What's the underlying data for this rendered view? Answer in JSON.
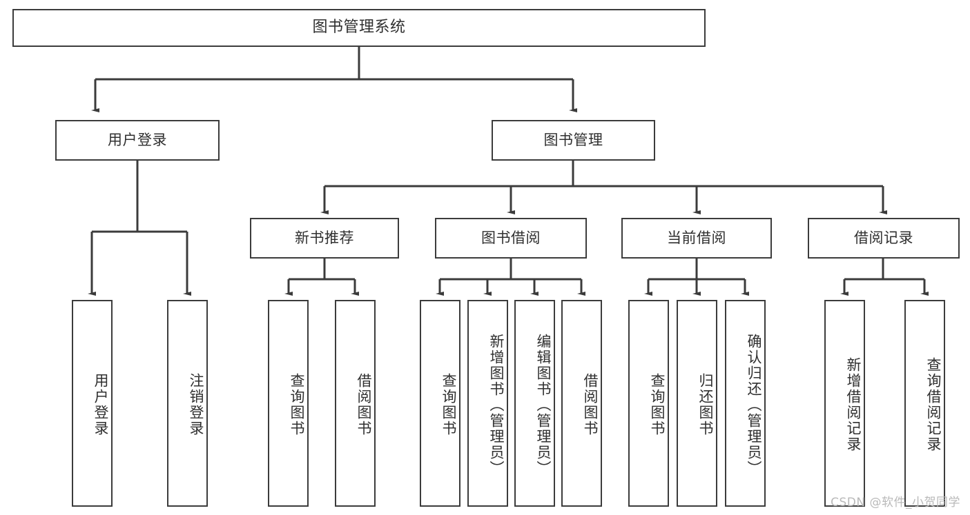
{
  "diagram": {
    "type": "tree-hierarchy",
    "title": "图书管理系统",
    "watermark": "CSDN @软件_小贺同学",
    "colors": {
      "box_border": "#3b3b3b",
      "box_fill": "#ffffff",
      "connector": "#3b3b3b",
      "text": "#2f2f2f",
      "watermark": "#b9b9b9",
      "background": "#ffffff"
    },
    "root": {
      "label": "图书管理系统"
    },
    "level1": [
      {
        "label": "用户登录"
      },
      {
        "label": "图书管理"
      }
    ],
    "level2": [
      {
        "label": "新书推荐"
      },
      {
        "label": "图书借阅"
      },
      {
        "label": "当前借阅"
      },
      {
        "label": "借阅记录"
      }
    ],
    "leaves": {
      "user_login": [
        {
          "label": "用户登录"
        },
        {
          "label": "注销登录"
        }
      ],
      "new_book_recommend": [
        {
          "label": "查询图书"
        },
        {
          "label": "借阅图书"
        }
      ],
      "book_borrow": [
        {
          "label": "查询图书"
        },
        {
          "label": "新增图书（管理员）"
        },
        {
          "label": "编辑图书（管理员）"
        },
        {
          "label": "借阅图书"
        }
      ],
      "current_borrow": [
        {
          "label": "查询图书"
        },
        {
          "label": "归还图书"
        },
        {
          "label": "确认归还（管理员）"
        }
      ],
      "borrow_record": [
        {
          "label": "新增借阅记录"
        },
        {
          "label": "查询借阅记录"
        }
      ]
    }
  }
}
